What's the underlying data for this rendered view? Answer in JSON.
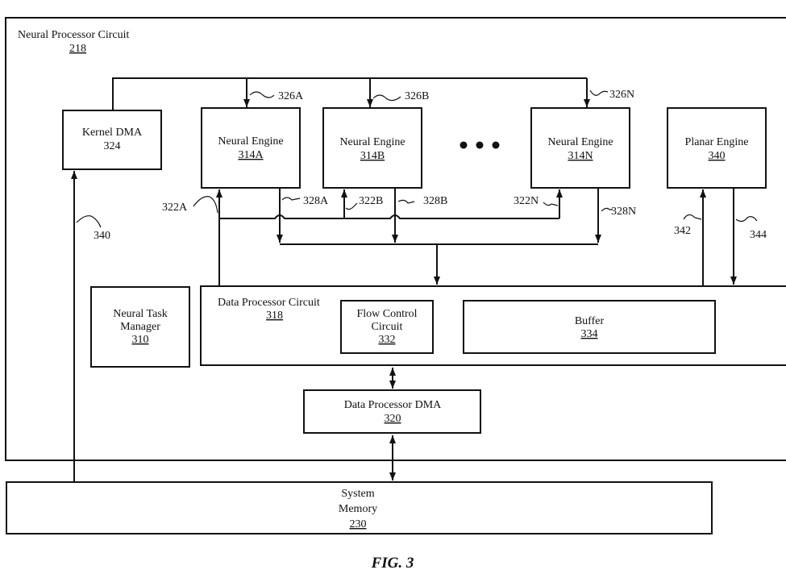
{
  "title": {
    "label": "Neural Processor Circuit",
    "ref": "218"
  },
  "kernel_dma": {
    "label": "Kernel DMA",
    "ref": "324"
  },
  "neural_engines": [
    {
      "label": "Neural Engine",
      "ref": "314A"
    },
    {
      "label": "Neural Engine",
      "ref": "314B"
    },
    {
      "label": "Neural Engine",
      "ref": "314N"
    }
  ],
  "planar_engine": {
    "label": "Planar Engine",
    "ref": "340"
  },
  "neural_task_manager": {
    "line1": "Neural Task",
    "line2": "Manager",
    "ref": "310"
  },
  "data_processor_circuit": {
    "label": "Data Processor Circuit",
    "ref": "318"
  },
  "flow_control": {
    "line1": "Flow Control",
    "line2": "Circuit",
    "ref": "332"
  },
  "buffer": {
    "label": "Buffer",
    "ref": "334"
  },
  "data_processor_dma": {
    "label": "Data Processor DMA",
    "ref": "320"
  },
  "system_memory": {
    "line1": "System",
    "line2": "Memory",
    "ref": "230"
  },
  "refs": {
    "r326A": "326A",
    "r326B": "326B",
    "r326N": "326N",
    "r322A": "322A",
    "r322B": "322B",
    "r322N": "322N",
    "r328A": "328A",
    "r328B": "328B",
    "r328N": "328N",
    "r340": "340",
    "r342": "342",
    "r344": "344"
  },
  "caption": "FIG. 3"
}
